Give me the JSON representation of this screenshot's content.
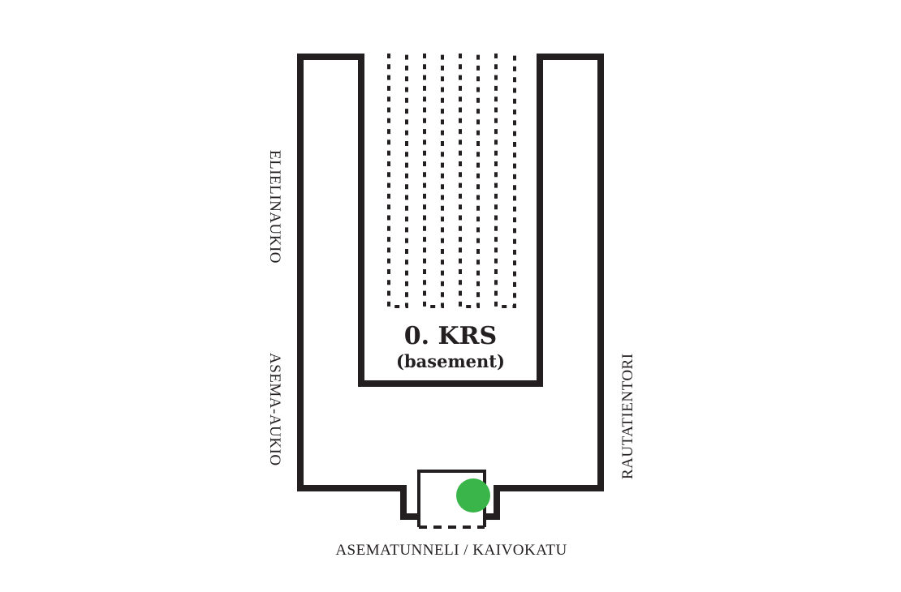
{
  "floor": {
    "title": "0. KRS",
    "subtitle": "(basement)"
  },
  "streets": {
    "left_top": "ELIELINAUKIO",
    "left_bottom": "ASEMA-AUKIO",
    "right": "RAUTATIENTORI",
    "bottom": "ASEMATUNNELI / KAIVOKATU"
  },
  "colors": {
    "wall": "#231f20",
    "marker": "#3ab54a"
  },
  "marker": {
    "icon": "location-dot-icon"
  }
}
